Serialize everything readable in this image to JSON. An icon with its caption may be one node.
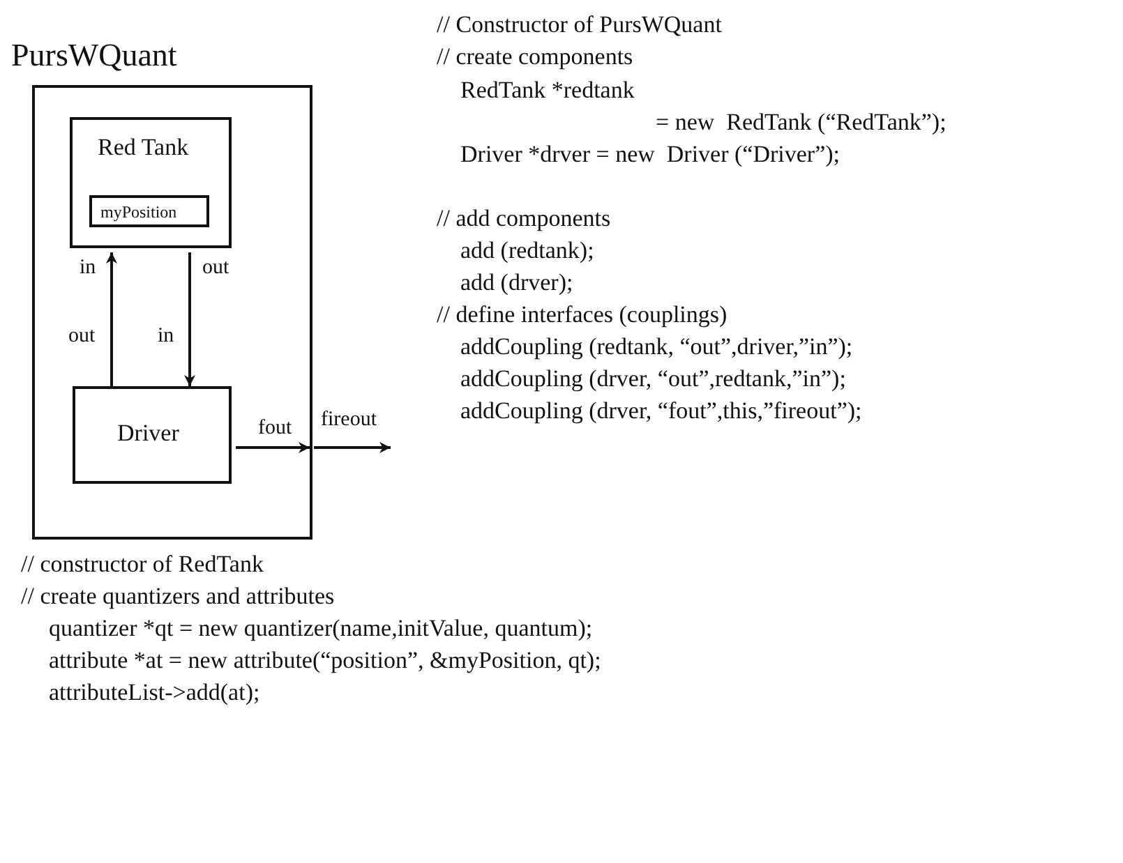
{
  "diagram": {
    "nodes": [
      {
        "text": [
          "PursWQuant"
        ]
      },
      {
        "text": [
          "Red Tank"
        ],
        "in": 0
      },
      {
        "text": [
          "myPosition"
        ],
        "in": 1
      },
      {
        "text": [
          "Driver"
        ],
        "in": 0
      }
    ],
    "edges": [
      {
        "from": 1,
        "to": 3,
        "arrow": "to"
      },
      {
        "from": 3,
        "to": 1,
        "arrow": "to"
      },
      {
        "from": 3,
        "to": 0,
        "arrow": "to"
      },
      {
        "from": 0,
        "to": null,
        "arrow": "to"
      }
    ],
    "labels": [
      "in",
      "out",
      "out",
      "in",
      "fout",
      "fireout",
      "// Constructor of PursWQuant",
      "// create components",
      "RedTank *redtank",
      "= new  RedTank (“RedTank”);",
      "Driver *drver = new  Driver (“Driver”);",
      "// add components",
      "add (redtank);",
      "add (drver);",
      "// define interfaces (couplings)",
      "addCoupling (redtank, “out”,driver,”in”);",
      "addCoupling (drver, “out”,redtank,”in”);",
      "addCoupling (drver, “fout”,this,”fireout”);",
      "// constructor of RedTank",
      "// create quantizers and attributes",
      "quantizer *qt = new quantizer(name,initValue, quantum);",
      "attribute *at = new attribute(“position”, &myPosition, qt);",
      "attributeList->add(at);"
    ]
  }
}
